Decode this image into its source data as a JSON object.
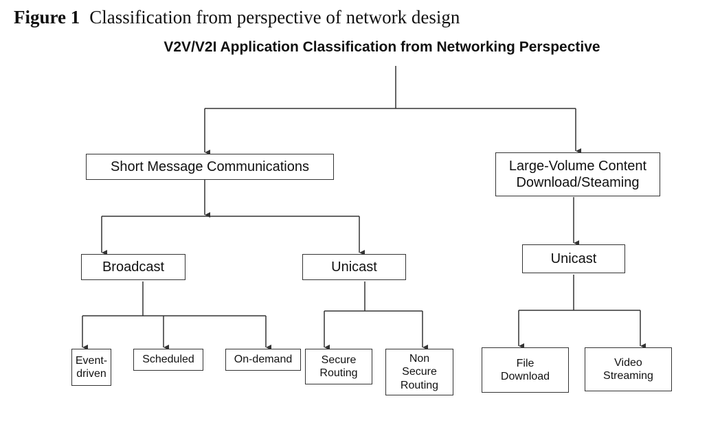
{
  "figure_caption": {
    "label": "Figure 1",
    "text": "Classification from perspective of network design"
  },
  "diagram_title": "V2V/V2I Application Classification from Networking Perspective",
  "nodes": {
    "short_message": "Short  Message Communications",
    "large_volume": "Large-Volume Content\nDownload/Steaming",
    "broadcast": "Broadcast",
    "unicast_short": "Unicast",
    "unicast_large": "Unicast",
    "event_driven": "Event-\ndriven",
    "scheduled": "Scheduled",
    "on_demand": "On-demand",
    "secure_routing": "Secure\nRouting",
    "non_secure_routing": "Non\nSecure\nRouting",
    "file_download": "File\nDownload",
    "video_streaming": "Video\nStreaming"
  },
  "colors": {
    "line": "#333333",
    "text": "#111111"
  }
}
